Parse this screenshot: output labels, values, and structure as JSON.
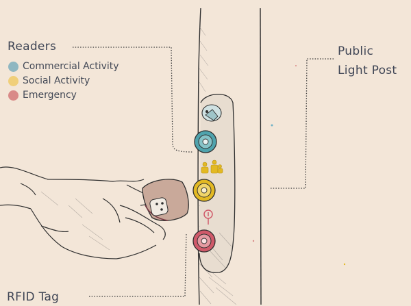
{
  "labels": {
    "readers": "Readers",
    "public_light_post_line1": "Public",
    "public_light_post_line2": "Light Post",
    "rfid_tag": "RFID Tag"
  },
  "legend": [
    {
      "label": "Commercial Activity",
      "color": "#8fb7c1"
    },
    {
      "label": "Social Activity",
      "color": "#f0cf7a"
    },
    {
      "label": "Emergency",
      "color": "#d98a88"
    }
  ],
  "colors": {
    "background": "#f3e6d8",
    "text": "#3f4555",
    "line": "#3a3a3a",
    "reader_commercial": "#4fa3ad",
    "reader_social": "#e3b923",
    "reader_emergency": "#d05a6a"
  },
  "icons": [
    "hand-icon",
    "rfid-tag-icon",
    "commercial-reader-icon",
    "social-reader-icon",
    "emergency-reader-icon",
    "people-icon",
    "alarm-icon",
    "speaker-icon"
  ]
}
